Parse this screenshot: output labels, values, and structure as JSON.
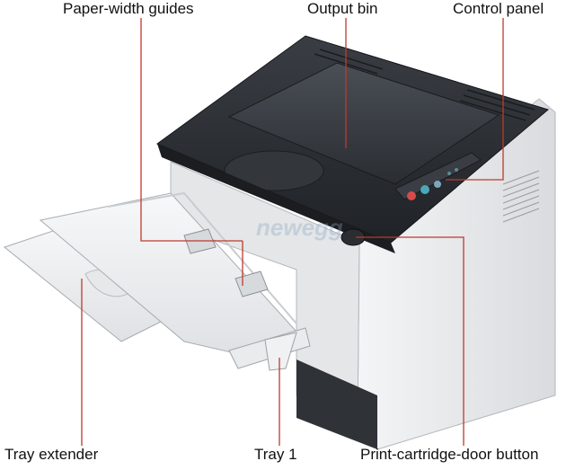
{
  "labels": {
    "paper_width_guides": "Paper-width guides",
    "output_bin": "Output bin",
    "control_panel": "Control panel",
    "tray_extender": "Tray extender",
    "tray_1": "Tray 1",
    "print_cartridge_door_button": "Print-cartridge-door button"
  },
  "watermark": "newegg",
  "colors": {
    "callout_line": "#c0392b",
    "printer_dark": "#2b2e33",
    "printer_light": "#e8eaec",
    "tray": "#f2f3f4"
  },
  "icons": [
    "printer-image",
    "control-panel-buttons"
  ]
}
